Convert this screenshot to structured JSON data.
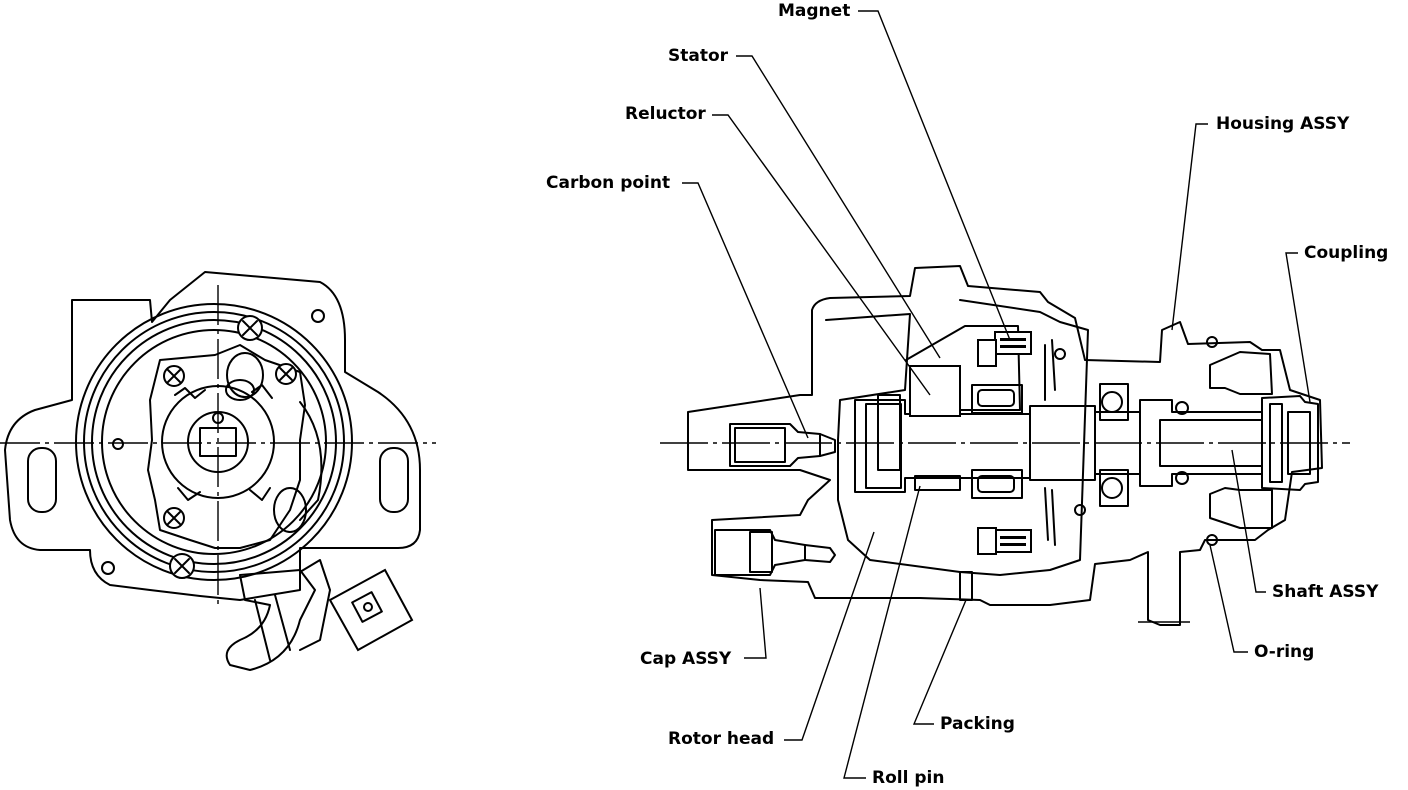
{
  "labels": {
    "magnet": "Magnet",
    "stator": "Stator",
    "reluctor": "Reluctor",
    "carbon_point": "Carbon point",
    "housing_assy": "Housing ASSY",
    "coupling": "Coupling",
    "shaft_assy": "Shaft ASSY",
    "o_ring": "O-ring",
    "cap_assy": "Cap ASSY",
    "packing": "Packing",
    "rotor_head": "Rotor head",
    "roll_pin": "Roll pin"
  },
  "colors": {
    "ink": "#000000",
    "background": "#ffffff"
  }
}
